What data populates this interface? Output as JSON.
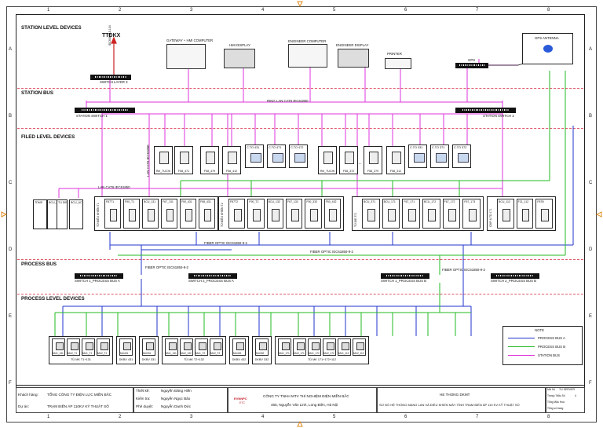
{
  "zones": {
    "columns": [
      "1",
      "2",
      "3",
      "4",
      "5",
      "6",
      "7",
      "8"
    ],
    "rows": [
      "A",
      "B",
      "C",
      "D",
      "E",
      "F"
    ]
  },
  "sections": {
    "station_level": "STATION LEVEL DEVICES",
    "station_bus": "STATION BUS",
    "filed_level": "FILED LEVEL DEVICES",
    "process_bus": "PROCESS BUS",
    "process_level": "PROCESS LEVEL DEVICES"
  },
  "station_devices": {
    "ttdkx": "TTĐKX",
    "iec104": "IEC60870-5-104",
    "switch_layer3": "SWITCH LAYER 3",
    "gateway": "GATEWAY + HMI COMPUTER",
    "hmi_display": "HMI DISPLAY",
    "eng_computer": "ENGINEER COMPUTER",
    "eng_display": "ENGINEER DISPLAY",
    "printer": "PRINTER",
    "gps_antenna": "GPS ANTENNA",
    "gps": "GPS"
  },
  "station_bus": {
    "ring": "RING LAN CAT6 IEC61850",
    "switch1": "STATION SWITCH 1",
    "switch2": "STATION SWITCH 2"
  },
  "filed": {
    "lan_cat6_vertical": "LAN CAT6 IEC61850",
    "lan_cat6": "LAN CAT6 IEC61850",
    "fiber_optic_1": "FIBER OPTIC IEC61850-9-2",
    "fiber_optic_2": "FIBER OPTIC IEC61850-9-2",
    "top_relays": [
      "Rel_TUCHI",
      "F58_471",
      "F58_479",
      "F58_412",
      "Rel_TUCHI",
      "F58_372",
      "F58_379",
      "F58_312"
    ],
    "ct_boxes": [
      "C.TO 431",
      "C.TO 471",
      "C.TO 472",
      "C.TO 331",
      "C.TO 371",
      "C.TO 372"
    ],
    "dots": "...",
    "small_left": [
      "TDMS",
      "BCU_DC",
      "BCU_AC",
      "TU DIE"
    ],
    "cab1_header": "TỦ ĐIỀU KHIỂN T1",
    "cab1_relays": [
      "F87T1",
      "F90_T1",
      "BCU_131",
      "F67_131",
      "F50_431",
      "F58_431"
    ],
    "cab2_header": "TỦ ĐIỀU KHIỂN T2",
    "cab2_relays": [
      "F87T2",
      "F90_T2",
      "BCU_132",
      "F67_132",
      "F50_332",
      "F50_432"
    ],
    "cab3_header": "TỦ DIE 371",
    "cab3_relays": [
      "BCU_371",
      "BCU_171",
      "F67_171",
      "BCU_172",
      "F67_172",
      "F67_173"
    ],
    "cab4_header": "CMP & TD 171",
    "cab4_relays": [
      "BCU_112",
      "F21_112",
      "F87B"
    ]
  },
  "process_bus": {
    "fiber_a": "FIBER OPTIC IEC61850-9-2",
    "fiber_b": "FIBER OPTIC IEC61850-9-2",
    "sw1a": "SWITCH 1_PROCESS BUS A",
    "sw2a": "SWITCH 2_PROCESS BUS A",
    "sw1b": "SWITCH 1_PROCESS BUS B",
    "sw2b": "SWITCH 2_PROCESS BUS B"
  },
  "process_level": {
    "groups": [
      {
        "caption": "TỦ MK T1+131",
        "units": [
          "MU1_131",
          "MU2_T1",
          "MU1_T1",
          "MU2_T1"
        ]
      },
      {
        "caption": "DKBV 431",
        "units": [
          "MU431"
        ]
      },
      {
        "caption": "DKBV 331",
        "units": [
          "MU331"
        ]
      },
      {
        "caption": "TỦ MK T2+132",
        "units": [
          "MU1_131",
          "MU2_132",
          "MU1_T2",
          "MU2_T2"
        ]
      },
      {
        "caption": "DKBV 432",
        "units": [
          "MU432"
        ]
      },
      {
        "caption": "DKBV 332",
        "units": [
          "MU332"
        ]
      },
      {
        "caption": "TỦ MK 171+172+112",
        "units": [
          "MU1_171",
          "MU2_171",
          "MU1_172",
          "MU2_172",
          "MU1_112",
          "MU2_112"
        ]
      }
    ]
  },
  "legend": {
    "title": "NOTE",
    "items": [
      {
        "label": "PROCESS BUS A",
        "color": "#2233cc"
      },
      {
        "label": "PROCESS BUS B",
        "color": "#22bb22"
      },
      {
        "label": "STATION BUS",
        "color": "#dd33dd"
      }
    ]
  },
  "title_block": {
    "khach_hang_label": "Khách hàng:",
    "khach_hang": "TỔNG CÔNG TY ĐIỆN LỰC MIỀN BẮC",
    "du_an_label": "Dự án:",
    "du_an": "TRẠM BIẾN ÁP 110KV KỸ THUẬT SỐ",
    "thiet_ke_label": "Thiết kế:",
    "thiet_ke": "Nguyễn Đăng Hiền",
    "kiem_tra_label": "Kiểm tra:",
    "kiem_tra": "Nguyễn Ngọc Bảo",
    "phe_duyet_label": "Phê duyệt:",
    "phe_duyet": "Nguyễn Danh Đức",
    "logo": "EVNNPC",
    "logo_sub": "ETC",
    "company": "CÔNG TY TNHH MTV THÍ NGHIỆM ĐIỆN MIỀN BẮC",
    "address": "465, Nguyễn Văn Linh, Long Biên, Hà Nội",
    "system": "HE THONG DKMT",
    "drawing_title": "SƠ ĐỒ HỆ THỐNG MẠNG LAN VÀ ĐIỀU KHIỂN MÁY TÍNH TRẠM BIẾN ÁP 110 KV KỸ THUẬT SỐ",
    "ma_so_label": "Mã Số",
    "ma_so": "TU SERVER",
    "trang_label": "Trang / Mẫu Số",
    "trang": "4",
    "tong_so_label": "Tổng Mẫu Hoa",
    "tong_so_bv_label": "Tổng số trang"
  }
}
